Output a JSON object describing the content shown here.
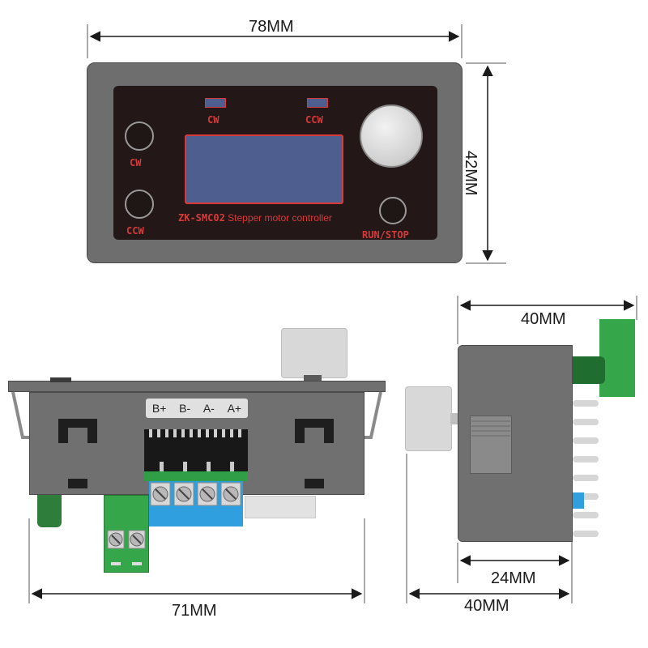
{
  "dimensions": {
    "front_width": "78MM",
    "front_height": "42MM",
    "bottom_width": "71MM",
    "side_depth_top": "40MM",
    "side_body_depth": "24MM",
    "side_depth_bottom": "40MM"
  },
  "front_panel": {
    "led_left_label": "CW",
    "led_right_label": "CCW",
    "button_cw_label": "CW",
    "button_ccw_label": "CCW",
    "button_run_stop_label": "RUN/STOP",
    "model": "ZK-SMC02",
    "description": "Stepper motor controller"
  },
  "bottom_view": {
    "terminal_labels": [
      "B+",
      "B-",
      "A-",
      "A+"
    ]
  },
  "colors": {
    "housing": "#6e6e6e",
    "panel": "#231718",
    "lcd": "#4e5e8e",
    "red_text": "#d83a3a",
    "terminal_green": "#2f9e46",
    "terminal_blue": "#2f9fe0"
  }
}
